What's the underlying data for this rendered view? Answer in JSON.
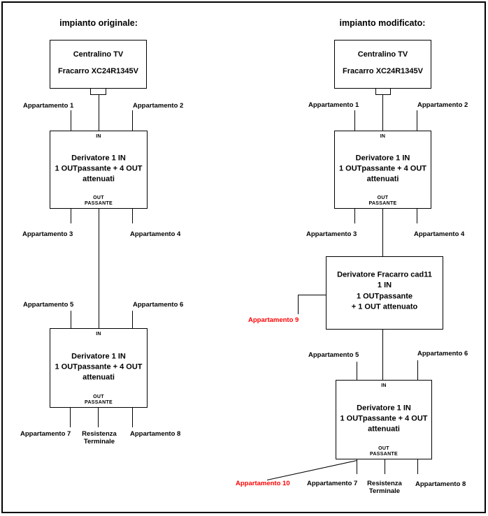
{
  "colors": {
    "background": "#ffffff",
    "line": "#000000",
    "text": "#000000",
    "highlight_text": "#ff0000",
    "box_border": "#000000"
  },
  "left": {
    "title": "impianto originale:",
    "centralino": {
      "line1": "Centralino TV",
      "line2": "Fracarro XC24R1345V"
    },
    "derivatore": {
      "in": "IN",
      "line1": "Derivatore 1 IN",
      "line2": "1 OUTpassante + 4 OUT",
      "line3": "attenuati",
      "out1": "OUT",
      "out2": "PASSANTE"
    },
    "apartments": {
      "a1": "Appartamento 1",
      "a2": "Appartamento 2",
      "a3": "Appartamento 3",
      "a4": "Appartamento 4",
      "a5": "Appartamento 5",
      "a6": "Appartamento 6",
      "a7": "Appartamento 7",
      "a8": "Appartamento 8"
    },
    "resistenza": {
      "line1": "Resistenza",
      "line2": "Terminale"
    }
  },
  "right": {
    "title": "impianto modificato:",
    "centralino": {
      "line1": "Centralino TV",
      "line2": "Fracarro XC24R1345V"
    },
    "derivatore": {
      "in": "IN",
      "line1": "Derivatore 1 IN",
      "line2": "1 OUTpassante + 4 OUT",
      "line3": "attenuati",
      "out1": "OUT",
      "out2": "PASSANTE"
    },
    "cad11": {
      "line1": "Derivatore Fracarro cad11",
      "line2": "1 IN",
      "line3": "1 OUTpassante",
      "line4": "+ 1 OUT attenuato"
    },
    "apartments": {
      "a1": "Appartamento 1",
      "a2": "Appartamento 2",
      "a3": "Appartamento 3",
      "a4": "Appartamento 4",
      "a5": "Appartamento 5",
      "a6": "Appartamento 6",
      "a7": "Appartamento 7",
      "a8": "Appartamento 8"
    },
    "added_apartments": {
      "a9": "Appartamento 9",
      "a10": "Appartamento 10"
    },
    "resistenza": {
      "line1": "Resistenza",
      "line2": "Terminale"
    }
  }
}
